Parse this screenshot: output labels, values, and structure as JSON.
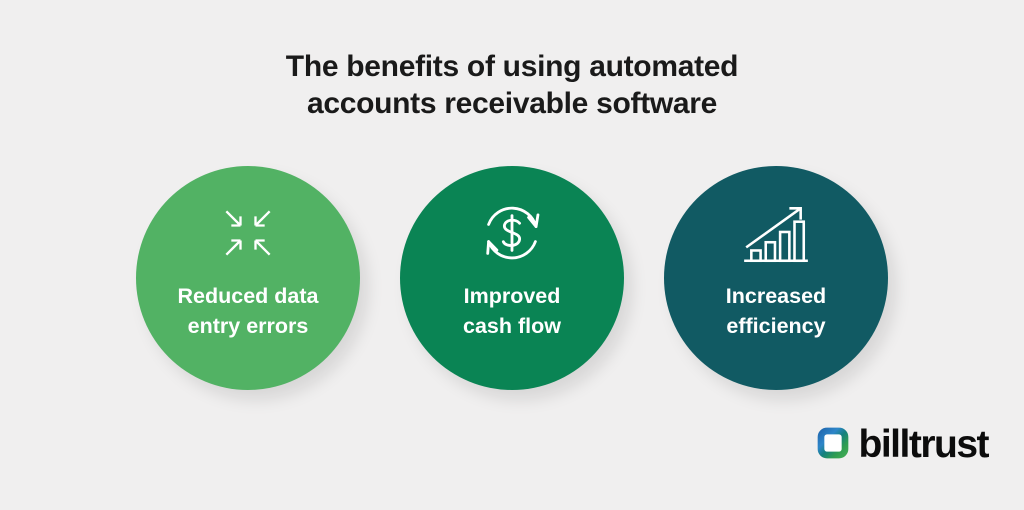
{
  "background_color": "#f0efef",
  "title": {
    "line1": "The benefits of using automated",
    "line2": "accounts receivable software",
    "color": "#1a1a1a"
  },
  "benefits": [
    {
      "line1": "Reduced data",
      "line2": "entry errors",
      "icon": "collapse-arrows-icon",
      "bg_color": "#52b264",
      "text_color": "#ffffff"
    },
    {
      "line1": "Improved",
      "line2": "cash flow",
      "icon": "money-cycle-icon",
      "bg_color": "#0a8454",
      "text_color": "#ffffff"
    },
    {
      "line1": "Increased",
      "line2": "efficiency",
      "icon": "growth-chart-icon",
      "bg_color": "#115a63",
      "text_color": "#ffffff"
    }
  ],
  "logo": {
    "wordmark": "billtrust",
    "mark_colors": {
      "dark_blue": "#1d5fa7",
      "blue": "#2e86c9",
      "teal": "#15807e",
      "green": "#2f9d52",
      "light_green": "#49b154"
    }
  }
}
